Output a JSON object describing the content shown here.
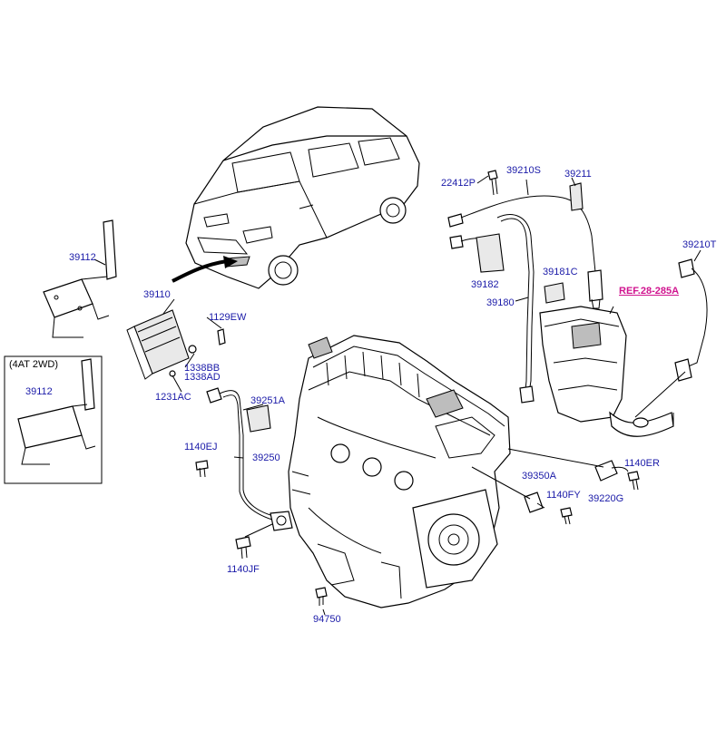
{
  "inset": {
    "title": "(4AT 2WD)"
  },
  "reference": {
    "label": "REF.28-285A"
  },
  "callouts": {
    "c39112_main": "39112",
    "c39110": "39110",
    "c1129EW": "1129EW",
    "c1338BB": "1338BB",
    "c1338AD": "1338AD",
    "c1231AC": "1231AC",
    "c39112_inset": "39112",
    "c39251A": "39251A",
    "c1140EJ": "1140EJ",
    "c39250": "39250",
    "c1140JF": "1140JF",
    "c94750": "94750",
    "c22412P": "22412P",
    "c39210S": "39210S",
    "c39211": "39211",
    "c39210T": "39210T",
    "c39182": "39182",
    "c39181C": "39181C",
    "c39180": "39180",
    "c39350A": "39350A",
    "c1140FY": "1140FY",
    "c1140ER": "1140ER",
    "c39220G": "39220G"
  }
}
